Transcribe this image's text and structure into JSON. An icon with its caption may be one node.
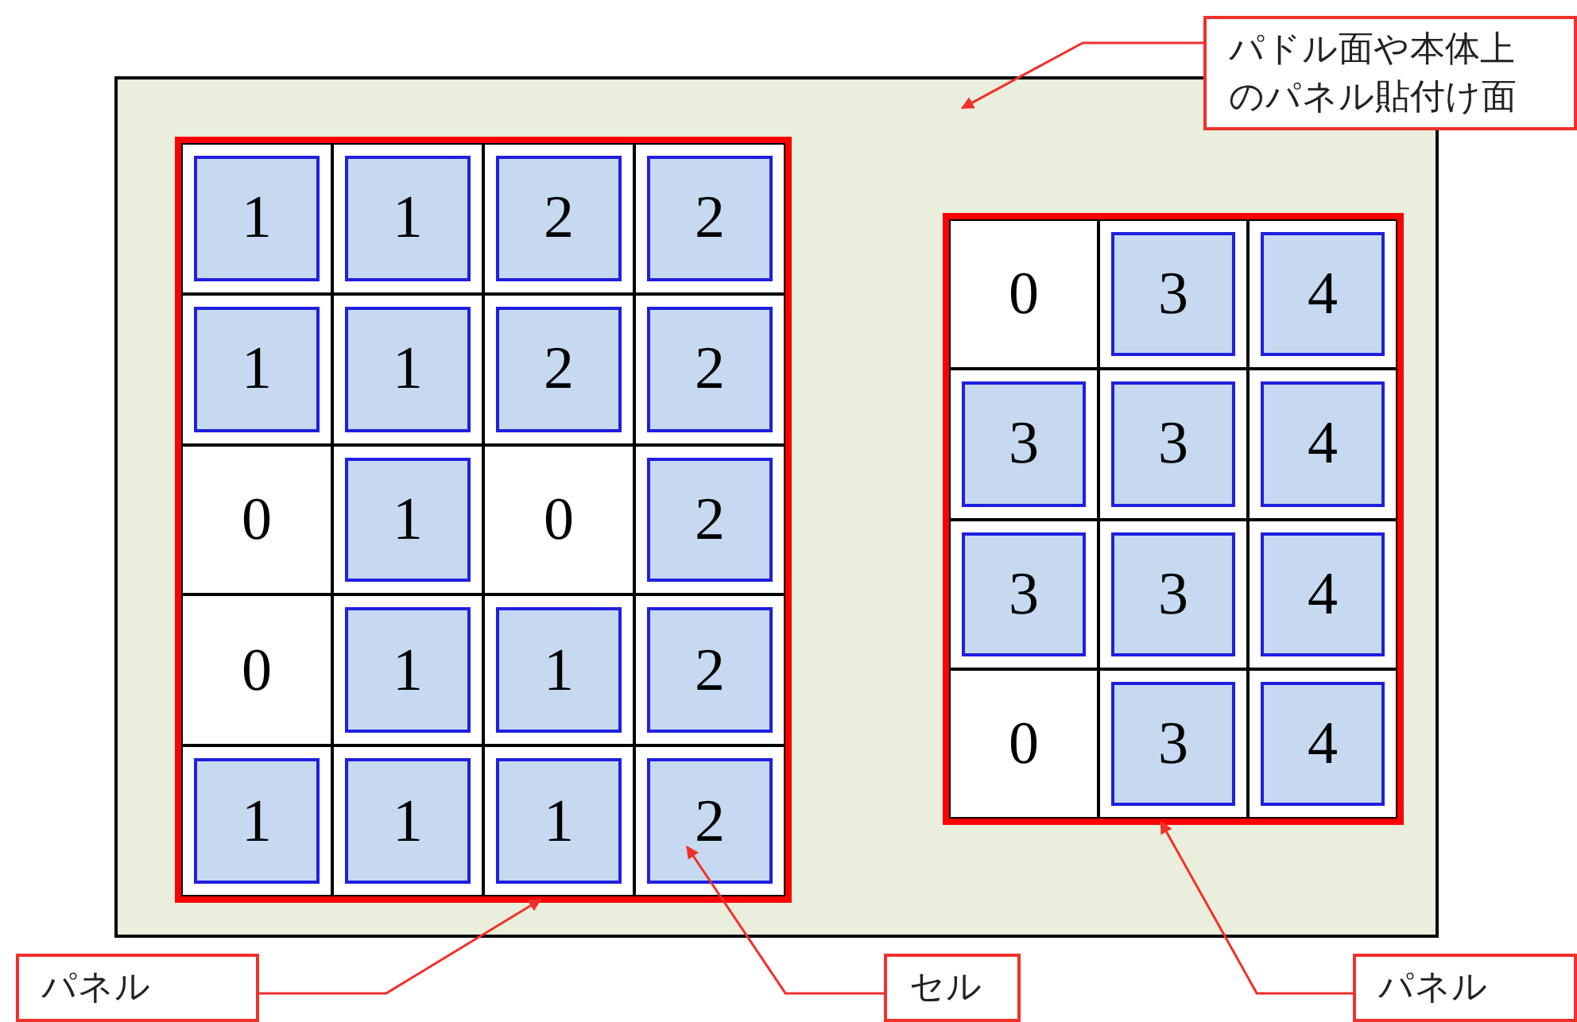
{
  "diagram": {
    "nodes": [
      {
        "text": [],
        "shape": "box"
      },
      {
        "text": [],
        "shape": "box",
        "in": 0
      },
      {
        "text": [
          "1"
        ],
        "in": 1
      },
      {
        "text": [
          "1"
        ],
        "in": 1
      },
      {
        "text": [
          "2"
        ],
        "in": 1
      },
      {
        "text": [
          "2"
        ],
        "in": 1
      },
      {
        "text": [
          "1"
        ],
        "in": 1
      },
      {
        "text": [
          "1"
        ],
        "in": 1
      },
      {
        "text": [
          "2"
        ],
        "in": 1
      },
      {
        "text": [
          "2"
        ],
        "in": 1
      },
      {
        "text": [
          "0"
        ],
        "in": 1
      },
      {
        "text": [
          "1"
        ],
        "in": 1
      },
      {
        "text": [
          "0"
        ],
        "in": 1
      },
      {
        "text": [
          "2"
        ],
        "in": 1
      },
      {
        "text": [
          "0"
        ],
        "in": 1
      },
      {
        "text": [
          "1"
        ],
        "in": 1
      },
      {
        "text": [
          "1"
        ],
        "in": 1
      },
      {
        "text": [
          "2"
        ],
        "in": 1
      },
      {
        "text": [
          "1"
        ],
        "in": 1
      },
      {
        "text": [
          "1"
        ],
        "in": 1
      },
      {
        "text": [
          "1"
        ],
        "in": 1
      },
      {
        "text": [
          "2"
        ],
        "in": 1
      },
      {
        "text": [],
        "shape": "box",
        "in": 0
      },
      {
        "text": [
          "0"
        ],
        "in": 22
      },
      {
        "text": [
          "3"
        ],
        "in": 22
      },
      {
        "text": [
          "4"
        ],
        "in": 22
      },
      {
        "text": [
          "3"
        ],
        "in": 22
      },
      {
        "text": [
          "3"
        ],
        "in": 22
      },
      {
        "text": [
          "4"
        ],
        "in": 22
      },
      {
        "text": [
          "3"
        ],
        "in": 22
      },
      {
        "text": [
          "3"
        ],
        "in": 22
      },
      {
        "text": [
          "4"
        ],
        "in": 22
      },
      {
        "text": [
          "0"
        ],
        "in": 22
      },
      {
        "text": [
          "3"
        ],
        "in": 22
      },
      {
        "text": [
          "4"
        ],
        "in": 22
      },
      {
        "text": [
          "パドル面や本体上のパネル貼付け面"
        ]
      },
      {
        "text": [
          "パネル"
        ]
      },
      {
        "text": [
          "セル"
        ]
      },
      {
        "text": [
          "パネル"
        ]
      }
    ],
    "edges": [
      {
        "from": 35,
        "to": 0,
        "arrow": "to"
      },
      {
        "from": 36,
        "to": 1,
        "arrow": "to"
      },
      {
        "from": 37,
        "to": 21,
        "arrow": "to"
      },
      {
        "from": 38,
        "to": 22,
        "arrow": "to"
      }
    ]
  }
}
